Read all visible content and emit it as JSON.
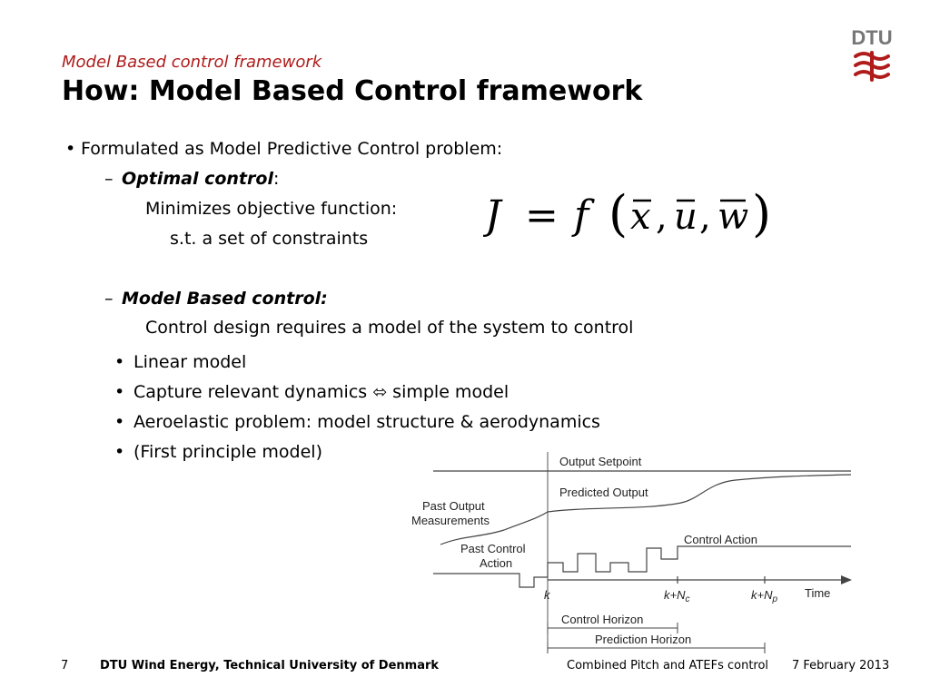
{
  "header": {
    "subtitle": "Model Based control framework",
    "title": "How: Model Based Control framework"
  },
  "logo": {
    "text": "DTU",
    "brand_color": "#b01c1c"
  },
  "content": {
    "bullet1": "Formulated as Model Predictive Control problem:",
    "optimal_label": "Optimal control",
    "optimal_colon": ":",
    "optimal_line1": "Minimizes objective function:",
    "optimal_line2": "s.t. a set of constraints",
    "model_label": "Model Based control:",
    "model_line1": "Control design requires a model of the system to control",
    "sub_bullets": [
      "Linear model",
      "Capture relevant dynamics ⬄ simple model",
      "Aeroelastic problem: model structure & aerodynamics",
      "(First principle model)"
    ]
  },
  "formula": {
    "lhs": "J",
    "eq": "=",
    "f": "f",
    "lparen": "(",
    "x": "x",
    "c1": ",",
    "u": "u",
    "c2": ",",
    "w": "w",
    "rparen": ")"
  },
  "diagram": {
    "output_setpoint": "Output Setpoint",
    "predicted_output": "Predicted Output",
    "past_output_1": "Past Output",
    "past_output_2": "Measurements",
    "past_control_1": "Past Control",
    "past_control_2": "Action",
    "control_action": "Control Action",
    "k": "k",
    "k_nc": "k+N",
    "nc_sub": "c",
    "k_np": "k+N",
    "np_sub": "p",
    "time": "Time",
    "control_horizon": "Control Horizon",
    "prediction_horizon": "Prediction Horizon"
  },
  "footer": {
    "page": "7",
    "org": "DTU Wind Energy, Technical University of Denmark",
    "topic": "Combined Pitch and ATEFs control",
    "date": "7 February 2013"
  }
}
